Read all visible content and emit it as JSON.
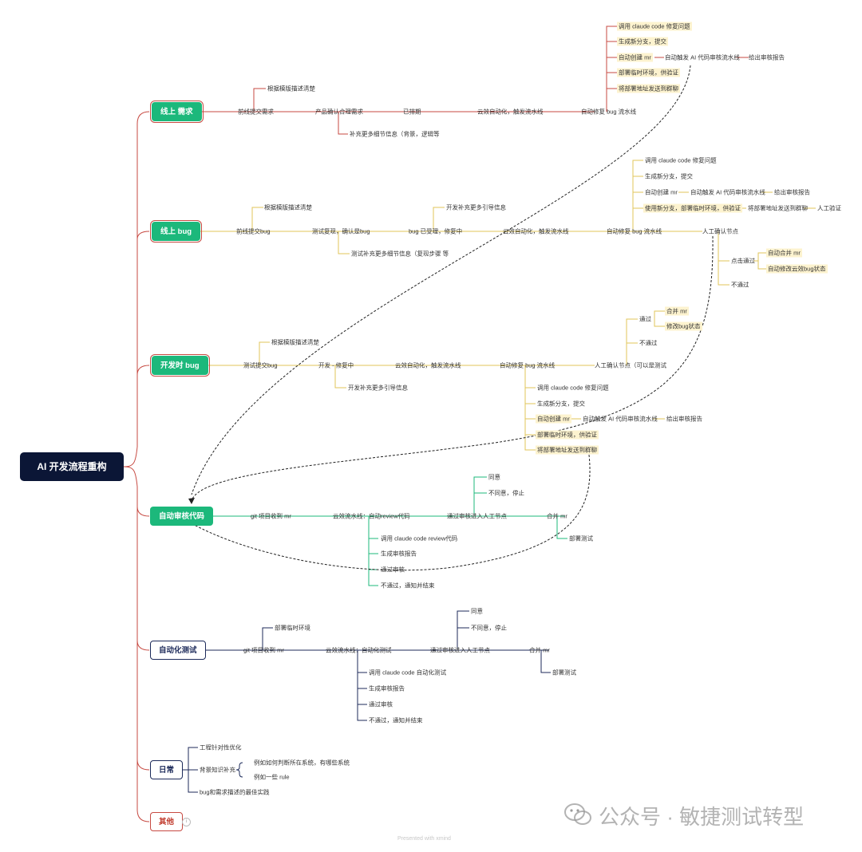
{
  "root": {
    "label": "AI 开发流程重构"
  },
  "topics": {
    "t_online_req": "线上 需求",
    "t_online_bug": "线上 bug",
    "t_dev_bug": "开发时 bug",
    "t_auto_review": "自动审核代码",
    "t_auto_test": "自动化测试",
    "t_daily": "日常",
    "t_other": "其他"
  },
  "nodes": {
    "r1": "前线提交需求",
    "r1a": "根据模版描述清楚",
    "r2": "产品确认合理需求",
    "r2a": "补充更多细节信息（背景，逻辑等",
    "r3": "已排期",
    "r4": "云效自动化，触发流水线",
    "r5": "自动修复 bug 流水线",
    "r6": "调用 claude code 修复问题",
    "r7": "生成新分支，提交",
    "r8": "自动创建 mr",
    "r8a": "自动触发 AI 代码审核流水线",
    "r8b": "给出审核报告",
    "r9": "部署临时环境，供验证",
    "r10": "将部署地址发送到群聊",
    "b1": "前线提交bug",
    "b1a": "根据模版描述清楚",
    "b2": "测试复现，确认是bug",
    "b2a": "测试补充更多细节信息（复现步骤 等",
    "b3": "bug 已受理，修复中",
    "b3a": "开发补充更多引导信息",
    "b4": "云效自动化，触发流水线",
    "b5": "自动修复 bug 流水线",
    "b6": "调用 claude code 修复问题",
    "b7": "生成新分支，提交",
    "b8": "自动创建 mr",
    "b8a": "自动触发 AI 代码审核流水线",
    "b8b": "给出审核报告",
    "b9": "使用新分支，部署临时环境，供验证",
    "b9a": "将部署地址发送到群聊",
    "b9b": "人工验证",
    "b10": "人工确认节点",
    "b11": "点击通过",
    "b11a": "自动合并 mr",
    "b11b": "自动修改云效bug状态",
    "b12": "不通过",
    "d1": "测试提交bug",
    "d1a": "根据模版描述清楚",
    "d2": "开发 - 修复中",
    "d2a": "开发补充更多引导信息",
    "d3": "云效自动化，触发流水线",
    "d4": "自动修复 bug 流水线",
    "d5": "人工确认节点（可以是测试",
    "d5a": "通过",
    "d5a1": "合并 mr",
    "d5a2": "修改bug状态",
    "d5b": "不通过",
    "d6": "调用 claude code 修复问题",
    "d7": "生成新分支，提交",
    "d8": "自动创建 mr",
    "d8a": "自动触发 AI 代码审核流水线",
    "d8b": "给出审核报告",
    "d9": "部署临时环境，供验证",
    "d10": "将部署地址发送到群聊",
    "a1": "git 项目收到 mr",
    "a2": "云效流水线：自动review代码",
    "a3": "通过审核进入人工节点",
    "a3a": "同意",
    "a3b": "不同意，停止",
    "a4": "合并 mr",
    "a4a": "部署测试",
    "a5": "调用 claude code review代码",
    "a6": "生成审核报告",
    "a7": "通过审核",
    "a8": "不通过，通知并结束",
    "s1": "git 项目收到 mr",
    "s1a": "部署临时环境",
    "s2": "云效流水线：自动化测试",
    "s3": "通过审核进入人工节点",
    "s3a": "同意",
    "s3b": "不同意，停止",
    "s4": "合并 mr",
    "s4a": "部署测试",
    "s5": "调用 claude code 自动化测试",
    "s6": "生成审核报告",
    "s7": "通过审核",
    "s8": "不通过，通知并结束",
    "y1": "工程针对性优化",
    "y2": "背景知识补充",
    "y2a": "例如如何判断所在系统，有哪些系统",
    "y2b": "例如一些 rule",
    "y3": "bug和需求描述的最佳实践"
  },
  "footer": {
    "credit": "Presented with xmind",
    "watermark": "公众号 · 敏捷测试转型",
    "info_icon": "i"
  },
  "colors": {
    "root_bg": "#0b1636",
    "green": "#1cb87b",
    "red_line": "#c74a42",
    "yellow_line": "#e0c55a",
    "navy_line": "#1c2a5a",
    "highlight": "#fdf3cf"
  }
}
